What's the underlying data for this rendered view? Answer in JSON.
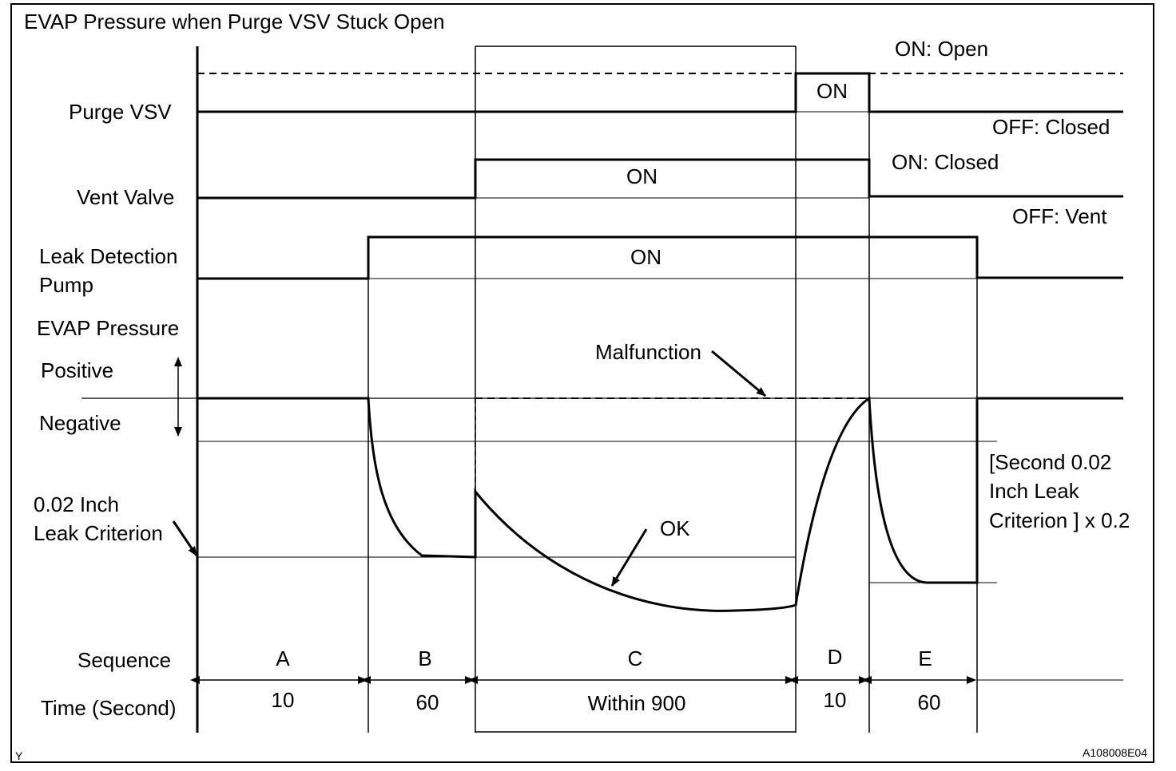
{
  "title": "EVAP Pressure when Purge VSV Stuck Open",
  "rows": {
    "purge_vsv": {
      "label": "Purge VSV",
      "on_state": "ON: Open",
      "off_state": "OFF: Closed",
      "pulse_label": "ON"
    },
    "vent_valve": {
      "label": "Vent Valve",
      "on_state": "ON: Closed",
      "off_state": "OFF: Vent",
      "pulse_label": "ON"
    },
    "leak_pump": {
      "label_line1": "Leak Detection",
      "label_line2": "Pump",
      "pulse_label": "ON"
    },
    "evap_pressure": {
      "label": "EVAP Pressure",
      "positive": "Positive",
      "negative": "Negative",
      "criterion_line1": "0.02 Inch",
      "criterion_line2": "Leak Criterion",
      "malfunction": "Malfunction",
      "ok": "OK",
      "second_line1": "[Second 0.02",
      "second_line2": "Inch Leak",
      "second_line3": "Criterion ] x 0.2"
    }
  },
  "sequence": {
    "label": "Sequence",
    "time_label": "Time (Second)",
    "phases": [
      {
        "id": "A",
        "time": "10"
      },
      {
        "id": "B",
        "time": "60"
      },
      {
        "id": "C",
        "time": "Within 900"
      },
      {
        "id": "D",
        "time": "10"
      },
      {
        "id": "E",
        "time": "60"
      }
    ]
  },
  "footer": {
    "left_mark": "Y",
    "figure_id": "A108008E04"
  }
}
